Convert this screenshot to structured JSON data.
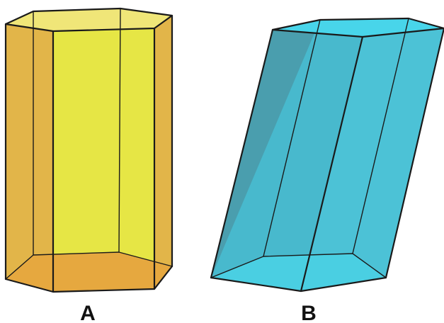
{
  "figure": {
    "prisms": [
      {
        "id": "A",
        "label": "A",
        "kind": "right hexagonal prism",
        "colors": {
          "side": "#E2B549",
          "front": "#E6E645",
          "top": "#F0E678",
          "bottom": "#E6A83F",
          "edge": "#1a1a1a"
        }
      },
      {
        "id": "B",
        "label": "B",
        "kind": "oblique hexagonal prism",
        "colors": {
          "side_dark": "#4A9EAE",
          "side": "#48B9CD",
          "front": "#4CC2D6",
          "top": "#48D5EA",
          "bottom": "#4ACFE2",
          "edge": "#1a1a1a"
        }
      }
    ]
  }
}
